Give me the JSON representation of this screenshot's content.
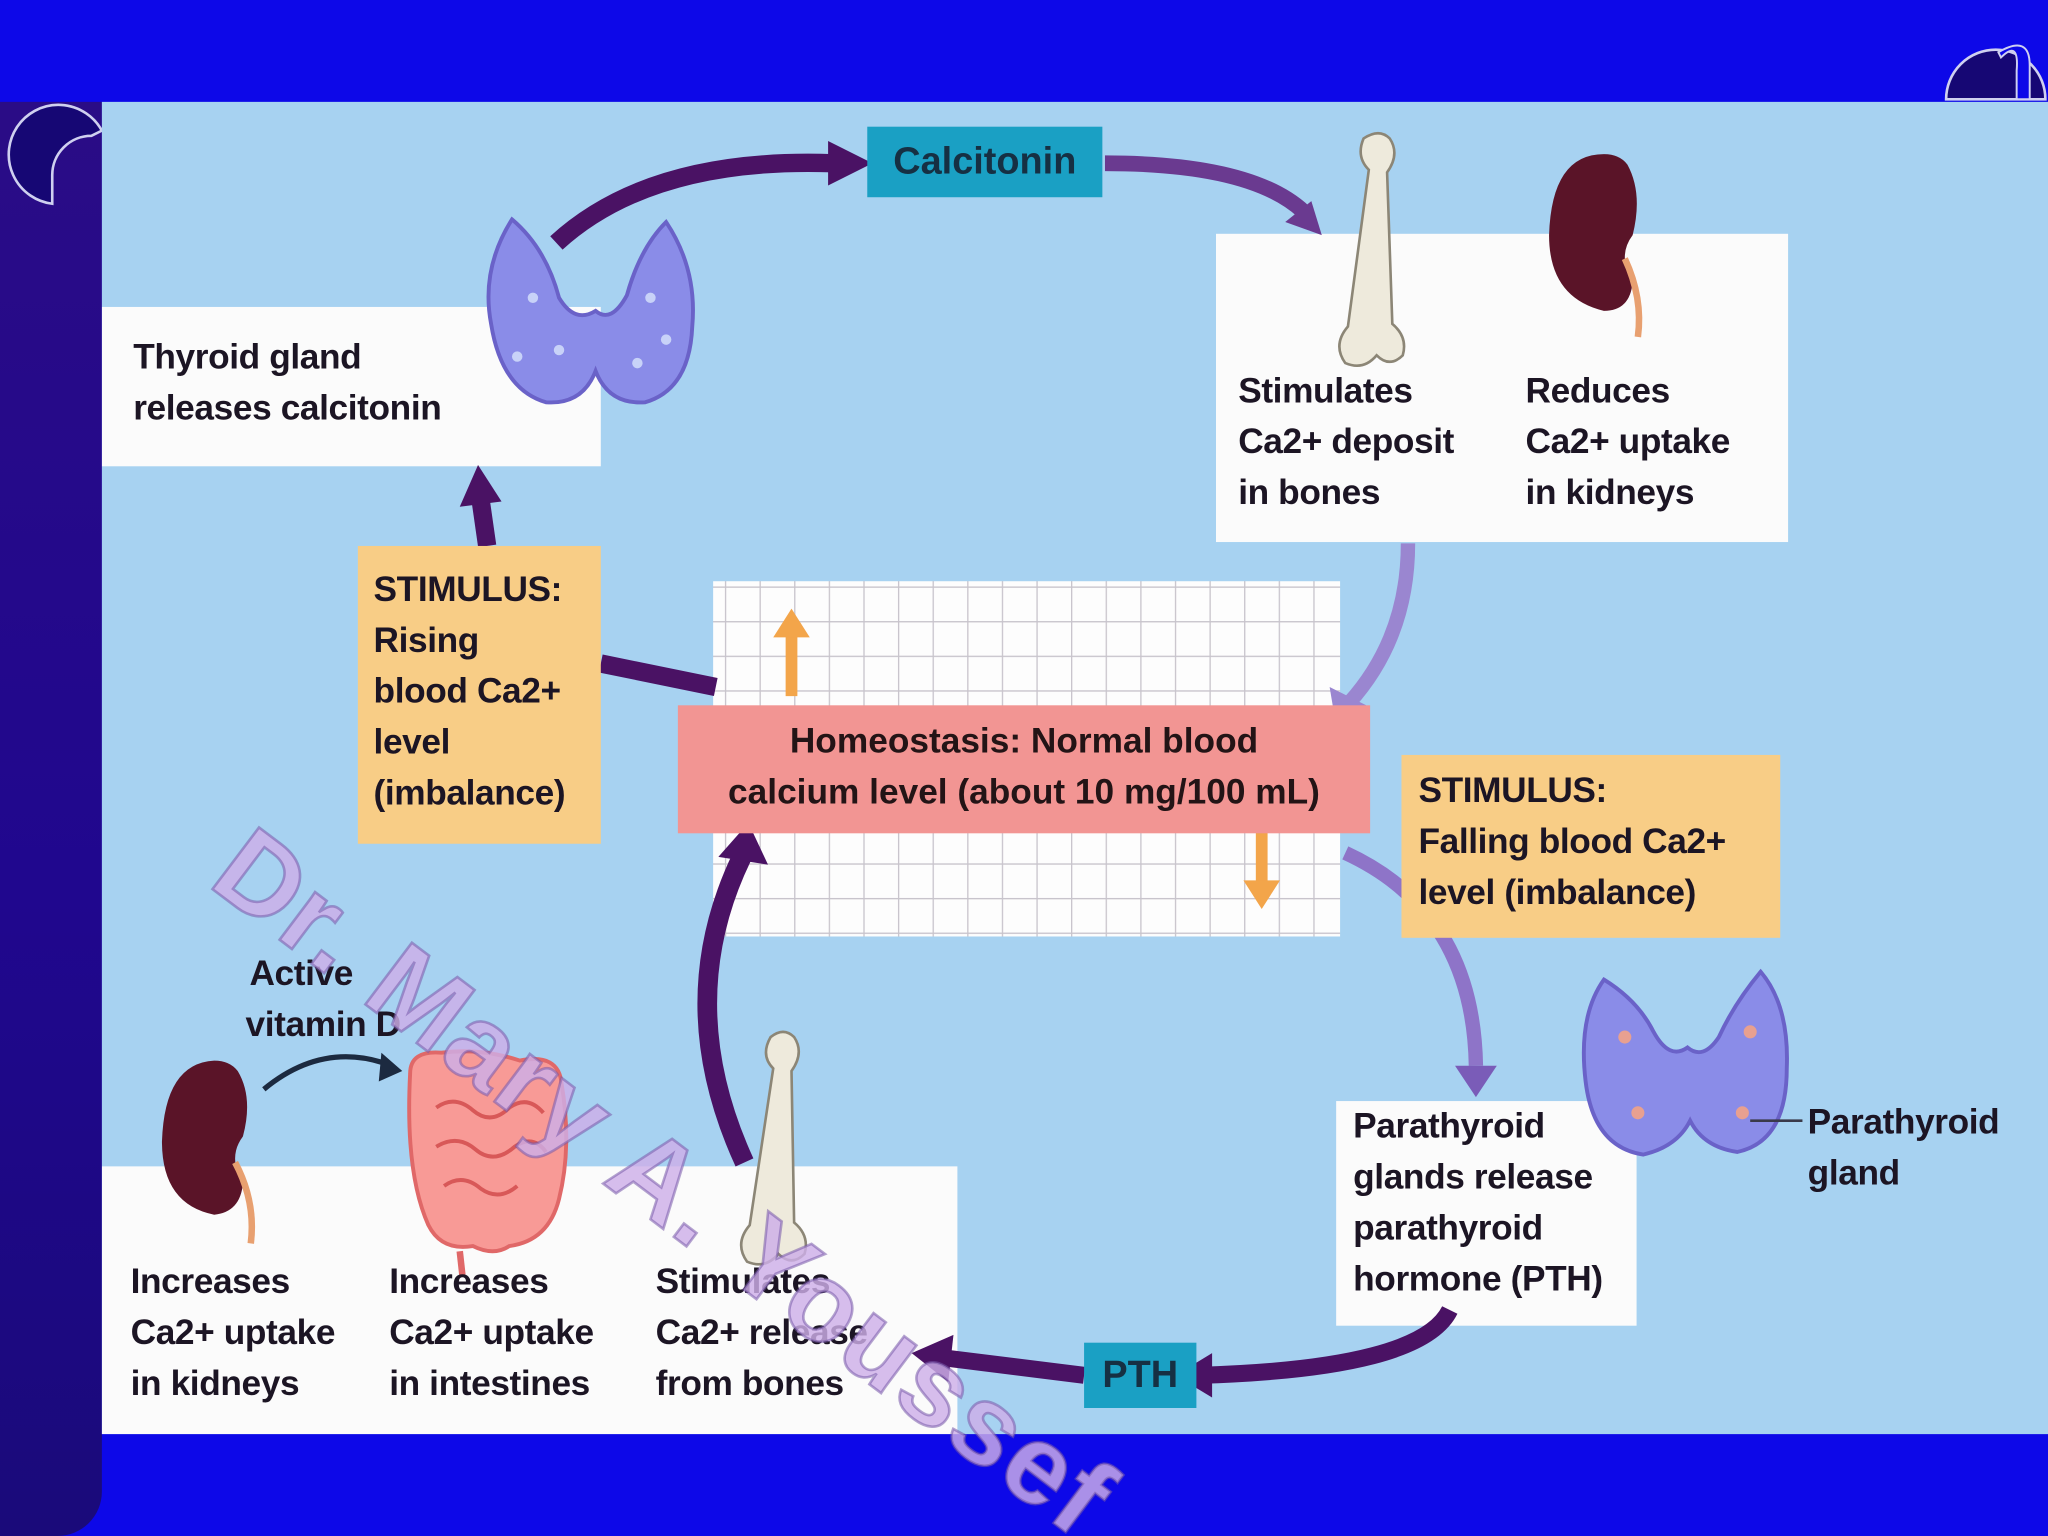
{
  "diagram": {
    "tags": {
      "calcitonin": "Calcitonin",
      "pth": "PTH"
    },
    "homeostasis": {
      "line1": "Homeostasis: Normal blood",
      "line2": "calcium level (about 10 mg/100 mL)"
    },
    "thyroid": {
      "line1": "Thyroid  gland",
      "line2": "releases calcitonin"
    },
    "stimulus_rising": {
      "line1": "STIMULUS:",
      "line2": "Rising",
      "line3": "blood Ca2+",
      "line4": "level",
      "line5": "(imbalance)"
    },
    "stimulus_falling": {
      "line1": "STIMULUS:",
      "line2": "Falling blood Ca2+",
      "line3": "level (imbalance)"
    },
    "bone_deposit": {
      "line1": "Stimulates",
      "line2": "Ca2+ deposit",
      "line3": "in bones"
    },
    "kidney_reduce": {
      "line1": "Reduces",
      "line2": "Ca2+ uptake",
      "line3": "in kidneys"
    },
    "parathyroid_release": {
      "line1": "Parathyroid",
      "line2": "glands release",
      "line3": "parathyroid",
      "line4": "hormone (PTH)"
    },
    "parathyroid_gland": {
      "line1": "Parathyroid",
      "line2": "gland"
    },
    "vitamin_d": {
      "line1": "Active",
      "line2": "vitamin D"
    },
    "kidney_increase": {
      "line1": "Increases",
      "line2": "Ca2+ uptake",
      "line3": "in kidneys"
    },
    "intestine_increase": {
      "line1": "Increases",
      "line2": "Ca2+ uptake",
      "line3": "in intestines"
    },
    "bone_release": {
      "line1": "Stimulates",
      "line2": "Ca2+ release",
      "line3": "from bones"
    }
  },
  "watermark": "Dr. Mary A. Youssef",
  "colors": {
    "frame_blue": "#0d08e8",
    "diagram_bg": "#a7d2f1",
    "arrow_dark": "#4a1264",
    "arrow_light": "#9a86d0",
    "stimulus_box": "#f8cd86",
    "homeostasis_box": "#f29593",
    "tag_box": "#1aa0c4"
  }
}
